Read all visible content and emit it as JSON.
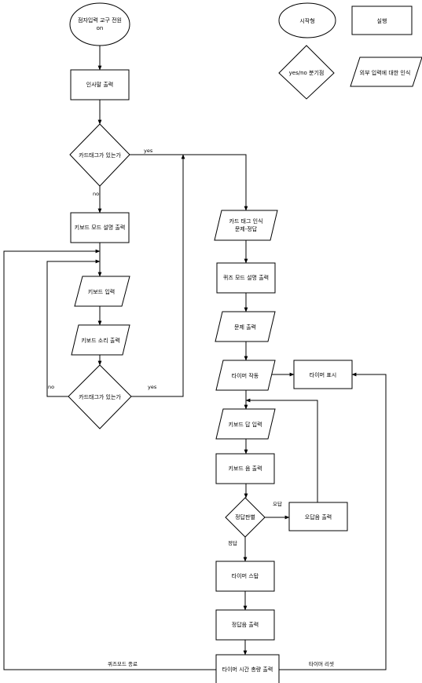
{
  "legend": {
    "start_end": "시작형",
    "process": "실행",
    "decision": "yes/no 분기점",
    "io": "외부 입력에 대한 인식"
  },
  "nodes": {
    "start": [
      "점자입력 교구 전원",
      "on"
    ],
    "greeting": "인사말 출력",
    "card_check_1": "카드태그가 있는가",
    "keyboard_guide": "키보드 모드 설명 출력",
    "keyboard_input": "키보드 입력",
    "keyboard_sound": "키보드 소리 출력",
    "card_check_2": "카드태그가 있는가",
    "card_recognize": [
      "카드 태그 인식",
      "문제-정답"
    ],
    "quiz_guide": "퀴즈 모드 설명 출력",
    "question_out": "문제 출력",
    "timer_start": "타이머 작동",
    "timer_show": "타이머 표시",
    "answer_input": "키보드 답 입력",
    "key_sound": "키보드 음 출력",
    "judge": "정답판별",
    "wrong_sound": "오답음 출력",
    "timer_stop": "타이머 스탑",
    "correct_sound": "정답음 출력",
    "elapsed_out": "타이머 시간 총량 출력"
  },
  "edge_labels": {
    "yes_1": "yes",
    "no_1": "no",
    "no_2": "no",
    "yes_2": "yes",
    "wrong": "오답",
    "correct": "정답",
    "quiz_end": "퀴즈모드 종료",
    "timer_reset": "타이머 리셋"
  }
}
